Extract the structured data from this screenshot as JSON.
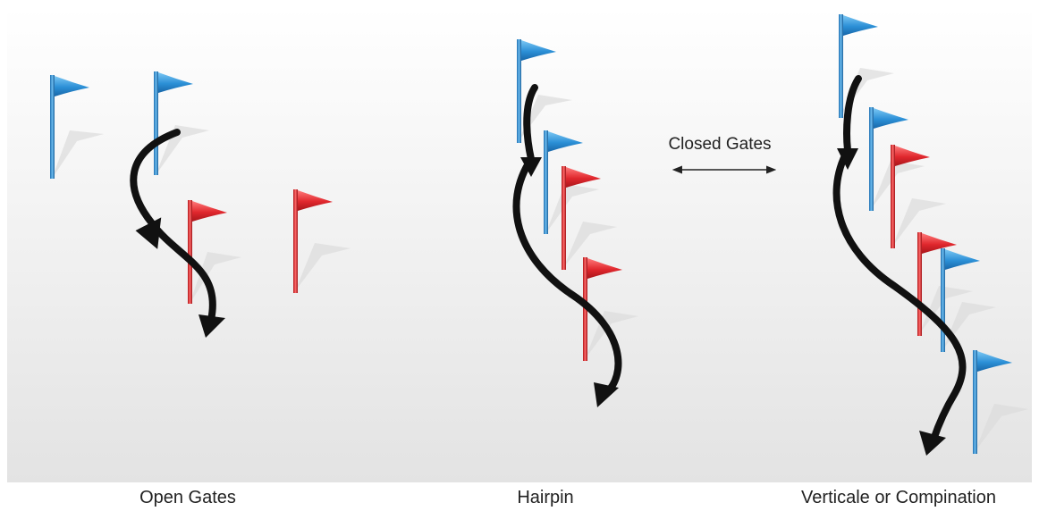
{
  "diagram": {
    "captions": {
      "open_gates": "Open Gates",
      "hairpin": "Hairpin",
      "verticale": "Verticale or Compination"
    },
    "closed_gates_label": "Closed Gates",
    "colors": {
      "blue_flag": "#2b8fd6",
      "red_flag": "#e0272d",
      "arrow": "#111111",
      "background_top": "#ffffff",
      "background_bottom": "#e6e6e6"
    },
    "icons": {
      "flag": "flag-icon",
      "double_arrow": "double-arrow-icon",
      "path_arrow": "curved-arrow-icon"
    }
  }
}
